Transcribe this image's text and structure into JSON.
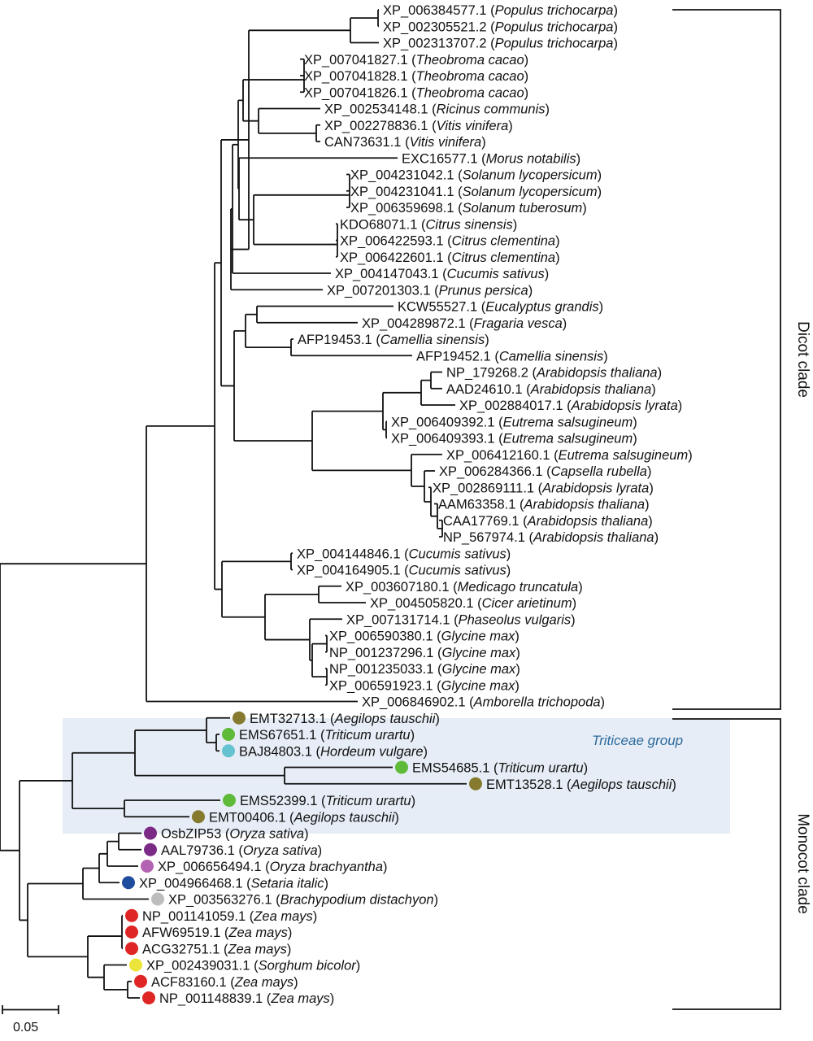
{
  "colors": {
    "aegilops": "#857a2e",
    "triticum": "#5fba3a",
    "hordeum": "#65c2d1",
    "oryza_sativa": "#7b2a86",
    "oryza_brachyantha": "#b463b2",
    "setaria": "#1f4d9e",
    "brachypodium": "#bdbdbd",
    "zea": "#e02525",
    "sorghum": "#ebe43a",
    "group_box": "#e6edf6"
  },
  "leaves": [
    {
      "acc": "XP_006384577.1",
      "species": "Populus trichocarpa"
    },
    {
      "acc": "XP_002305521.2",
      "species": "Populus trichocarpa"
    },
    {
      "acc": "XP_002313707.2",
      "species": "Populus trichocarpa"
    },
    {
      "acc": "XP_007041827.1",
      "species": "Theobroma cacao"
    },
    {
      "acc": "XP_007041828.1",
      "species": "Theobroma cacao"
    },
    {
      "acc": "XP_007041826.1",
      "species": "Theobroma cacao"
    },
    {
      "acc": "XP_002534148.1",
      "species": "Ricinus communis"
    },
    {
      "acc": "XP_002278836.1",
      "species": "Vitis vinifera"
    },
    {
      "acc": "CAN73631.1",
      "species": "Vitis vinifera"
    },
    {
      "acc": "EXC16577.1",
      "species": "Morus notabilis"
    },
    {
      "acc": "XP_004231042.1",
      "species": "Solanum lycopersicum"
    },
    {
      "acc": "XP_004231041.1",
      "species": "Solanum lycopersicum"
    },
    {
      "acc": "XP_006359698.1",
      "species": "Solanum tuberosum"
    },
    {
      "acc": "KDO68071.1",
      "species": "Citrus sinensis"
    },
    {
      "acc": "XP_006422593.1",
      "species": "Citrus clementina"
    },
    {
      "acc": "XP_006422601.1",
      "species": "Citrus clementina"
    },
    {
      "acc": "XP_004147043.1",
      "species": "Cucumis sativus"
    },
    {
      "acc": "XP_007201303.1",
      "species": "Prunus persica"
    },
    {
      "acc": "KCW55527.1",
      "species": "Eucalyptus grandis"
    },
    {
      "acc": "XP_004289872.1",
      "species": "Fragaria vesca"
    },
    {
      "acc": "AFP19453.1",
      "species": "Camellia sinensis"
    },
    {
      "acc": "AFP19452.1",
      "species": "Camellia sinensis"
    },
    {
      "acc": "NP_179268.2",
      "species": "Arabidopsis thaliana"
    },
    {
      "acc": "AAD24610.1",
      "species": "Arabidopsis thaliana"
    },
    {
      "acc": "XP_002884017.1",
      "species": "Arabidopsis lyrata"
    },
    {
      "acc": "XP_006409392.1",
      "species": "Eutrema salsugineum"
    },
    {
      "acc": "XP_006409393.1",
      "species": "Eutrema salsugineum"
    },
    {
      "acc": "XP_006412160.1",
      "species": "Eutrema salsugineum"
    },
    {
      "acc": "XP_006284366.1",
      "species": "Capsella rubella"
    },
    {
      "acc": "XP_002869111.1",
      "species": "Arabidopsis lyrata"
    },
    {
      "acc": "AAM63358.1",
      "species": "Arabidopsis thaliana"
    },
    {
      "acc": "CAA17769.1",
      "species": "Arabidopsis thaliana"
    },
    {
      "acc": "NP_567974.1",
      "species": "Arabidopsis thaliana"
    },
    {
      "acc": "XP_004144846.1",
      "species": "Cucumis sativus"
    },
    {
      "acc": "XP_004164905.1",
      "species": "Cucumis sativus"
    },
    {
      "acc": "XP_003607180.1",
      "species": "Medicago truncatula"
    },
    {
      "acc": "XP_004505820.1",
      "species": "Cicer arietinum"
    },
    {
      "acc": "XP_007131714.1",
      "species": "Phaseolus vulgaris"
    },
    {
      "acc": "XP_006590380.1",
      "species": "Glycine max"
    },
    {
      "acc": "NP_001237296.1",
      "species": "Glycine max"
    },
    {
      "acc": "NP_001235033.1",
      "species": "Glycine max"
    },
    {
      "acc": "XP_006591923.1",
      "species": "Glycine max"
    },
    {
      "acc": "XP_006846902.1",
      "species": "Amborella trichopoda"
    },
    {
      "acc": "EMT32713.1",
      "species": "Aegilops tauschii",
      "dot": "aegilops"
    },
    {
      "acc": "EMS67651.1",
      "species": "Triticum urartu",
      "dot": "triticum"
    },
    {
      "acc": "BAJ84803.1",
      "species": "Hordeum vulgare",
      "dot": "hordeum"
    },
    {
      "acc": "EMS54685.1",
      "species": "Triticum urartu",
      "dot": "triticum"
    },
    {
      "acc": "EMT13528.1",
      "species": "Aegilops tauschii",
      "dot": "aegilops"
    },
    {
      "acc": "EMS52399.1",
      "species": "Triticum urartu",
      "dot": "triticum"
    },
    {
      "acc": "EMT00406.1",
      "species": "Aegilops tauschii",
      "dot": "aegilops"
    },
    {
      "acc": "OsbZIP53",
      "species": "Oryza sativa",
      "dot": "oryza_sativa"
    },
    {
      "acc": "AAL79736.1",
      "species": "Oryza sativa",
      "dot": "oryza_sativa"
    },
    {
      "acc": "XP_006656494.1",
      "species": "Oryza brachyantha",
      "dot": "oryza_brachyantha"
    },
    {
      "acc": "XP_004966468.1",
      "species": "Setaria italic",
      "dot": "setaria"
    },
    {
      "acc": "XP_003563276.1",
      "species": "Brachypodium distachyon",
      "dot": "brachypodium"
    },
    {
      "acc": "NP_001141059.1",
      "species": "Zea mays",
      "dot": "zea"
    },
    {
      "acc": "AFW69519.1",
      "species": "Zea mays",
      "dot": "zea"
    },
    {
      "acc": "ACG32751.1",
      "species": "Zea mays",
      "dot": "zea"
    },
    {
      "acc": "XP_002439031.1",
      "species": "Sorghum bicolor",
      "dot": "sorghum"
    },
    {
      "acc": "ACF83160.1",
      "species": "Zea mays",
      "dot": "zea"
    },
    {
      "acc": "NP_001148839.1",
      "species": "Zea mays",
      "dot": "zea"
    }
  ],
  "clades": {
    "dicot": "Dicot clade",
    "monocot": "Monocot clade"
  },
  "group_label": "Triticeae group",
  "scale_bar": {
    "value": 0.05,
    "label": "0.05"
  }
}
